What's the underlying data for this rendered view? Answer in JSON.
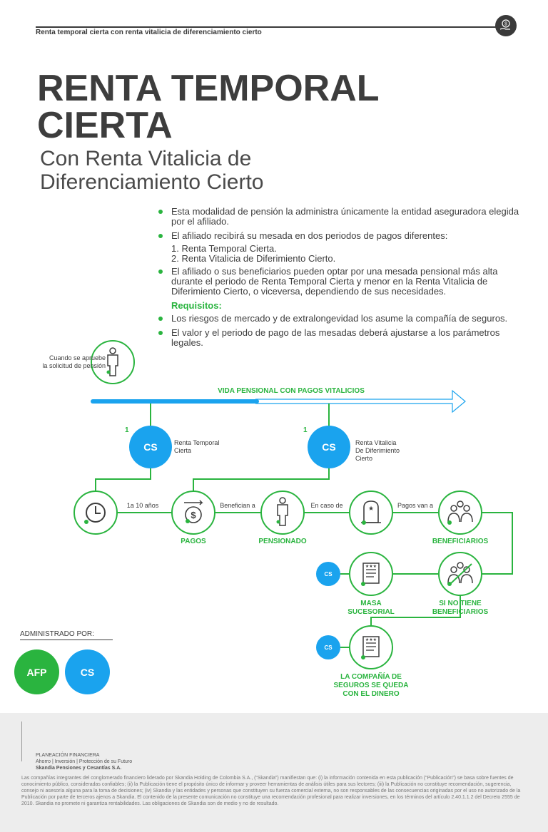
{
  "header": {
    "doc_title": "Renta temporal cierta con renta vitalicia de diferenciamiento cierto"
  },
  "hero": {
    "title_line1": "RENTA TEMPORAL",
    "title_line2": "CIERTA",
    "subtitle_line1": "Con Renta Vitalicia de",
    "subtitle_line2": "Diferenciamiento Cierto"
  },
  "bullets": {
    "b1": "Esta modalidad de pensión la administra únicamente la entidad aseguradora elegida por el afiliado.",
    "b2": "El afiliado recibirá su mesada en dos periodos de pagos diferentes:",
    "b2_sub1": "1. Renta Temporal Cierta.",
    "b2_sub2": "2. Renta Vitalicia de Diferimiento Cierto.",
    "b3": "El afiliado o sus beneficiarios pueden optar por una mesada pensional más alta durante el periodo de Renta Temporal Cierta y menor en la Renta Vitalicia de Diferimiento Cierto, o viceversa, dependiendo de sus necesidades.",
    "requisitos": "Requisitos:",
    "b4": "Los riesgos de mercado y de extralongevidad los asume la compañía de seguros.",
    "b5": "El valor y el periodo de pago de las mesadas deberá ajustarse a los parámetros legales."
  },
  "diagram": {
    "start_label_1": "Cuando se apruebe",
    "start_label_2": "la solicitud de pensión",
    "timeline_label": "VIDA PENSIONAL CON PAGOS VITALICIOS",
    "num1": "1",
    "num2": "1",
    "cs": "CS",
    "node1_label_1": "Renta Temporal",
    "node1_label_2": "Cierta",
    "node2_label_1": "Renta Vitalicia",
    "node2_label_2": "De Diferimiento",
    "node2_label_3": "Cierto",
    "conn_years": "1a 10 años",
    "conn_beneficia": "Benefician a",
    "conn_caso": "En caso de",
    "conn_pagos": "Pagos van a",
    "cap_pagos": "PAGOS",
    "cap_pensionado": "PENSIONADO",
    "cap_beneficiarios": "BENEFICIARIOS",
    "cap_masa_1": "MASA",
    "cap_masa_2": "SUCESORIAL",
    "cap_sino_1": "SI NO TIENE",
    "cap_sino_2": "BENEFICIARIOS",
    "cap_comp_1": "LA COMPAÑÍA DE",
    "cap_comp_2": "SEGUROS SE QUEDA",
    "cap_comp_3": "CON EL DINERO"
  },
  "admin": {
    "label": "ADMINISTRADO POR:",
    "afp": "AFP",
    "cs": "CS"
  },
  "footer": {
    "head1": "PLANEACIÓN FINANCIERA",
    "head2": "Ahorro | Inversión | Protección de su Futuro",
    "head3": "Skandia Pensiones y Cesantías S.A.",
    "disclaimer": "Las compañías integrantes del conglomerado financiero liderado por Skandia Holding de Colombia S.A., (“Skandia”) manifiestan que: (i) la información contenida en esta publicación (“Publicación”) se basa sobre fuentes de conocimiento público, consideradas confiables; (ii) la Publicación tiene el propósito único de informar y proveer herramientas de análisis útiles para sus lectores; (iii) la Publicación no constituye recomendación, sugerencia, consejo ni asesoría alguna para la toma de decisiones; (iv) Skandia y las entidades y personas que constituyen su fuerza comercial externa, no son responsables de las consecuencias originadas por el uso no autorizado de la Publicación por parte de terceros ajenos a Skandia. El contenido de la presente comunicación no constituye una recomendación profesional para realizar inversiones, en los términos del artículo 2.40.1.1.2 del Decreto 2555 de 2010. Skandia no promete ni garantiza rentabilidades. Las obligaciones de Skandia son de medio y no de resultado."
  },
  "colors": {
    "green": "#2ab43f",
    "blue": "#1aa3ee",
    "dark": "#3d3d3d"
  }
}
